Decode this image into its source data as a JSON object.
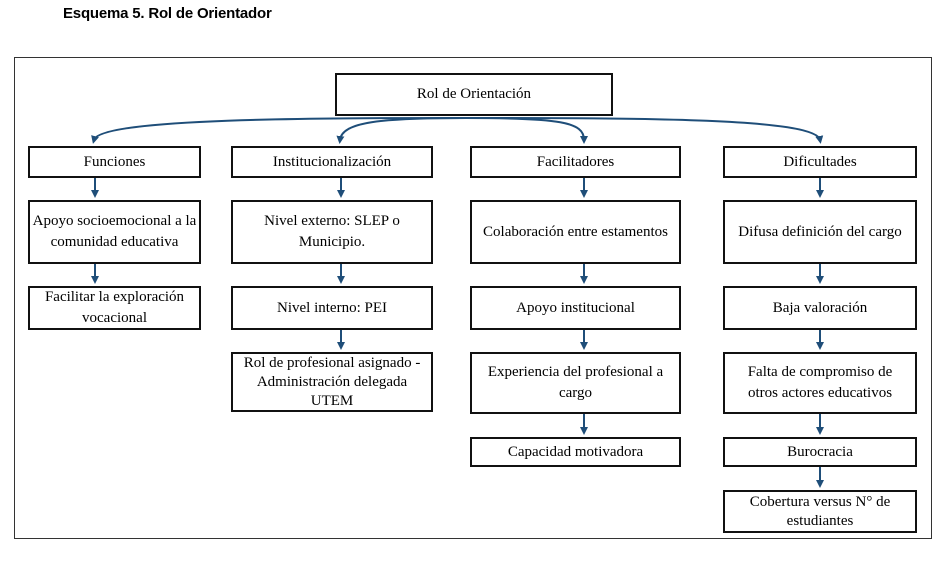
{
  "caption": "Esquema 5. Rol de Orientador",
  "diagram": {
    "root": "Rol de Orientación",
    "columns": [
      {
        "header": "Funciones",
        "items": [
          "Apoyo socioemocional a la comunidad educativa",
          "Facilitar la exploración vocacional"
        ]
      },
      {
        "header": "Institucionalización",
        "items": [
          "Nivel externo: SLEP o Municipio.",
          "Nivel interno: PEI",
          "Rol de profesional asignado - Administración delegada UTEM"
        ]
      },
      {
        "header": "Facilitadores",
        "items": [
          "Colaboración entre estamentos",
          "Apoyo institucional",
          "Experiencia del profesional a cargo",
          "Capacidad motivadora"
        ]
      },
      {
        "header": "Dificultades",
        "items": [
          "Difusa definición del cargo",
          "Baja valoración",
          "Falta de compromiso de otros actores educativos",
          "Burocracia",
          "Cobertura versus N° de estudiantes"
        ]
      }
    ]
  },
  "colors": {
    "arrow": "#1f4e79",
    "border": "#111111"
  }
}
